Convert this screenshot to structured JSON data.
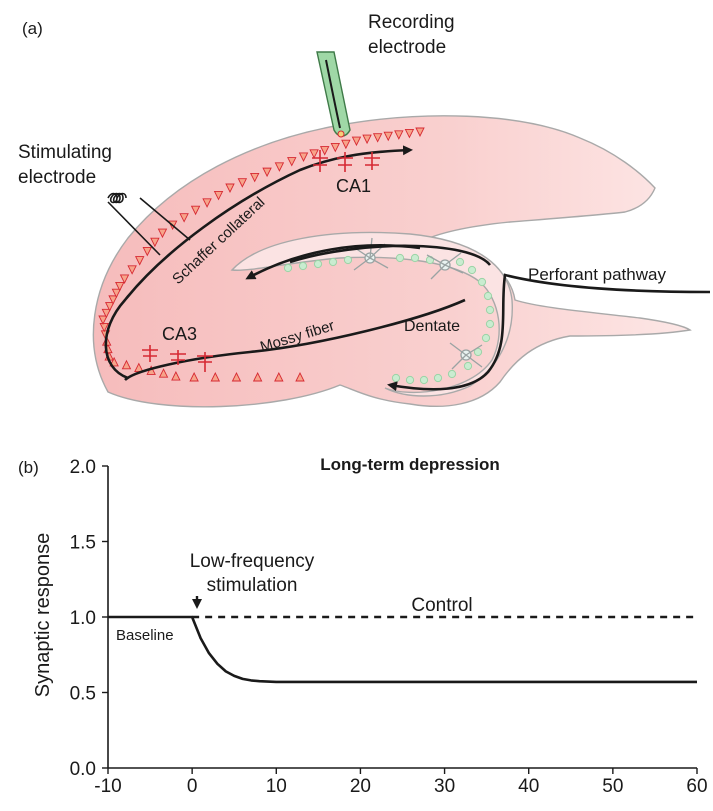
{
  "panel_a": {
    "label": "(a)",
    "recording_electrode": [
      "Recording",
      "electrode"
    ],
    "stimulating_electrode": [
      "Stimulating",
      "electrode"
    ],
    "ca1": "CA1",
    "ca3": "CA3",
    "schaffer_collateral": "Schaffer collateral",
    "mossy_fiber": "Mossy fiber",
    "dentate": "Dentate",
    "perforant_pathway": "Perforant pathway"
  },
  "panel_b": {
    "label": "(b)",
    "title": "Long-term depression",
    "annotation_low_freq": [
      "Low-frequency",
      "stimulation"
    ],
    "annotation_control": "Control",
    "annotation_baseline": "Baseline"
  },
  "chart_data": {
    "type": "line",
    "title": "Long-term depression",
    "xlabel": "",
    "ylabel": "Synaptic response",
    "xlim": [
      -10,
      60
    ],
    "ylim": [
      0,
      2
    ],
    "xticks": [
      "-10",
      "0",
      "10",
      "20",
      "30",
      "40",
      "50",
      "60"
    ],
    "yticks": [
      "0.0",
      "0.5",
      "1.0",
      "1.5",
      "2.0"
    ],
    "series": [
      {
        "name": "Control",
        "style": "dashed",
        "x": [
          0,
          60
        ],
        "y": [
          1.0,
          1.0
        ]
      },
      {
        "name": "",
        "style": "solid",
        "x": [
          -10,
          0,
          1,
          2,
          3,
          4,
          5,
          6,
          7,
          8,
          10,
          60
        ],
        "y": [
          1.0,
          1.0,
          0.86,
          0.76,
          0.69,
          0.64,
          0.61,
          0.59,
          0.58,
          0.575,
          0.57,
          0.57
        ]
      }
    ],
    "colors": {
      "line": "#1a1a1a",
      "tissue": "#f8c9c9",
      "axon_red": "#d62832",
      "electrode_green": "#8fcf96"
    }
  }
}
